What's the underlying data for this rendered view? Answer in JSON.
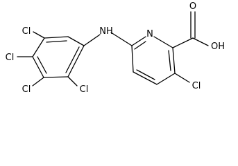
{
  "molecule": {
    "atom_labels": {
      "nh": "NH",
      "n_ring": "N",
      "oh": "OH",
      "o_carbonyl": "O",
      "cl_pyridine": "Cl",
      "cl_para": "Cl",
      "cl_meta": "Cl",
      "cl_ortho": "Cl",
      "cl_meta_upper": "Cl"
    }
  }
}
